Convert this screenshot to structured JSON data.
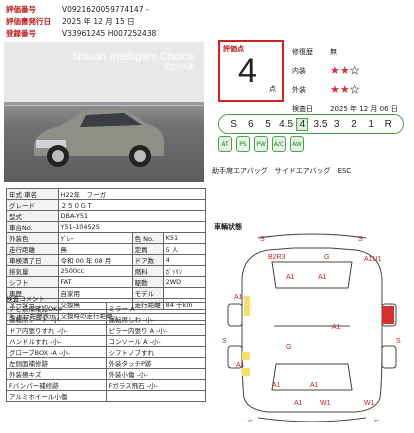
{
  "header": {
    "rows": [
      {
        "label": "評価番号",
        "value": "V0921620059774147 -"
      },
      {
        "label": "評価書発行日",
        "value": "2025 年 12 月 15 日"
      },
      {
        "label": "登録番号",
        "value": "V33961245 H007252438"
      }
    ]
  },
  "photo": {
    "sign_line1": "Nissan Intelligent Choice",
    "sign_line2": "認定中古車"
  },
  "grade": {
    "label": "評価点",
    "value": "4",
    "unit": "点"
  },
  "attributes": {
    "repair_label": "修復歴",
    "repair_value": "無",
    "interior_label": "内装",
    "interior_stars": 2,
    "exterior_label": "外装",
    "exterior_stars": 2,
    "date_label": "検査日",
    "date_value": "2025 年 12 月 06 日",
    "star_max": 3
  },
  "scale": {
    "grades": [
      "S",
      "6",
      "5",
      "4.5",
      "4",
      "3.5",
      "3",
      "2",
      "1",
      "R"
    ],
    "selected": "4"
  },
  "equipment": [
    {
      "label": "AT",
      "on": true
    },
    {
      "label": "PS",
      "on": true
    },
    {
      "label": "PW",
      "on": true
    },
    {
      "label": "A/C",
      "on": true
    },
    {
      "label": "AW",
      "on": true
    }
  ],
  "airbag_text": "助手席エアバッグ　サイドエアバッグ　ESC",
  "spec": {
    "rows": [
      [
        {
          "k": "年式 車名",
          "v": "H22年　フーガ"
        }
      ],
      [
        {
          "k": "グレード",
          "v": "２５０ＧＴ"
        }
      ],
      [
        {
          "k": "型式",
          "v": "DBA-Y51"
        }
      ],
      [
        {
          "k": "車台No.",
          "v": "Y51-104525"
        }
      ],
      [
        {
          "k": "外装色",
          "v": "ｸﾞﾚｰ"
        },
        {
          "k": "色 No.",
          "v": "K51"
        }
      ],
      [
        {
          "k": "走行距離",
          "v": "無"
        },
        {
          "k": "定員",
          "v": "5 人"
        }
      ],
      [
        {
          "k": "車検満了日",
          "v": "令和 00 年 08 月"
        },
        {
          "k": "ドア数",
          "v": "4"
        }
      ],
      [
        {
          "k": "排気量",
          "v": "2500cc"
        },
        {
          "k": "燃料",
          "v": "ｶﾞｿﾘﾝ"
        }
      ],
      [
        {
          "k": "シフト",
          "v": "FAT"
        },
        {
          "k": "駆動",
          "v": "2WD"
        }
      ],
      [
        {
          "k": "車歴",
          "v": "自家用"
        },
        {
          "k": "モデル",
          "v": ""
        }
      ],
      [
        {
          "k": "メーター",
          "v": "交換無"
        },
        {
          "k": "走行距離",
          "v": "84 千km"
        }
      ],
      [
        {
          "k": "※ 走行距離表示",
          "v": "交換時の走行距離"
        }
      ]
    ]
  },
  "comments": {
    "title": "検査コメント",
    "rows": [
      [
        "ナビ装備確認OK※",
        "ミラー A"
      ],
      [
        "運転席シート -小-",
        "運転席しわ -小-"
      ],
      [
        "ドア内張りすれ -小-",
        "ピラー内張り A -小-"
      ],
      [
        "ハンドルすれ -小-",
        "コンソール A -小-"
      ],
      [
        "グローブBOX -A -小-",
        "シフトノブすれ"
      ],
      [
        "左側面補修跡",
        "外装タッチP跡"
      ],
      [
        "外装擦キズ",
        "外装小傷 -小-"
      ],
      [
        "Fバンパー補修跡",
        "Fガラス飛石 -小-"
      ],
      [
        "アルミホイール小傷",
        ""
      ]
    ]
  },
  "diagram": {
    "title": "車輌状態",
    "labels": [
      "S",
      "S",
      "B2R3",
      "G",
      "A1",
      "A1",
      "A1U1",
      "A1",
      "A1",
      "A1",
      "A1",
      "S",
      "S",
      "G",
      "A1",
      "W1",
      "W1",
      "A1",
      "S",
      "S"
    ]
  }
}
